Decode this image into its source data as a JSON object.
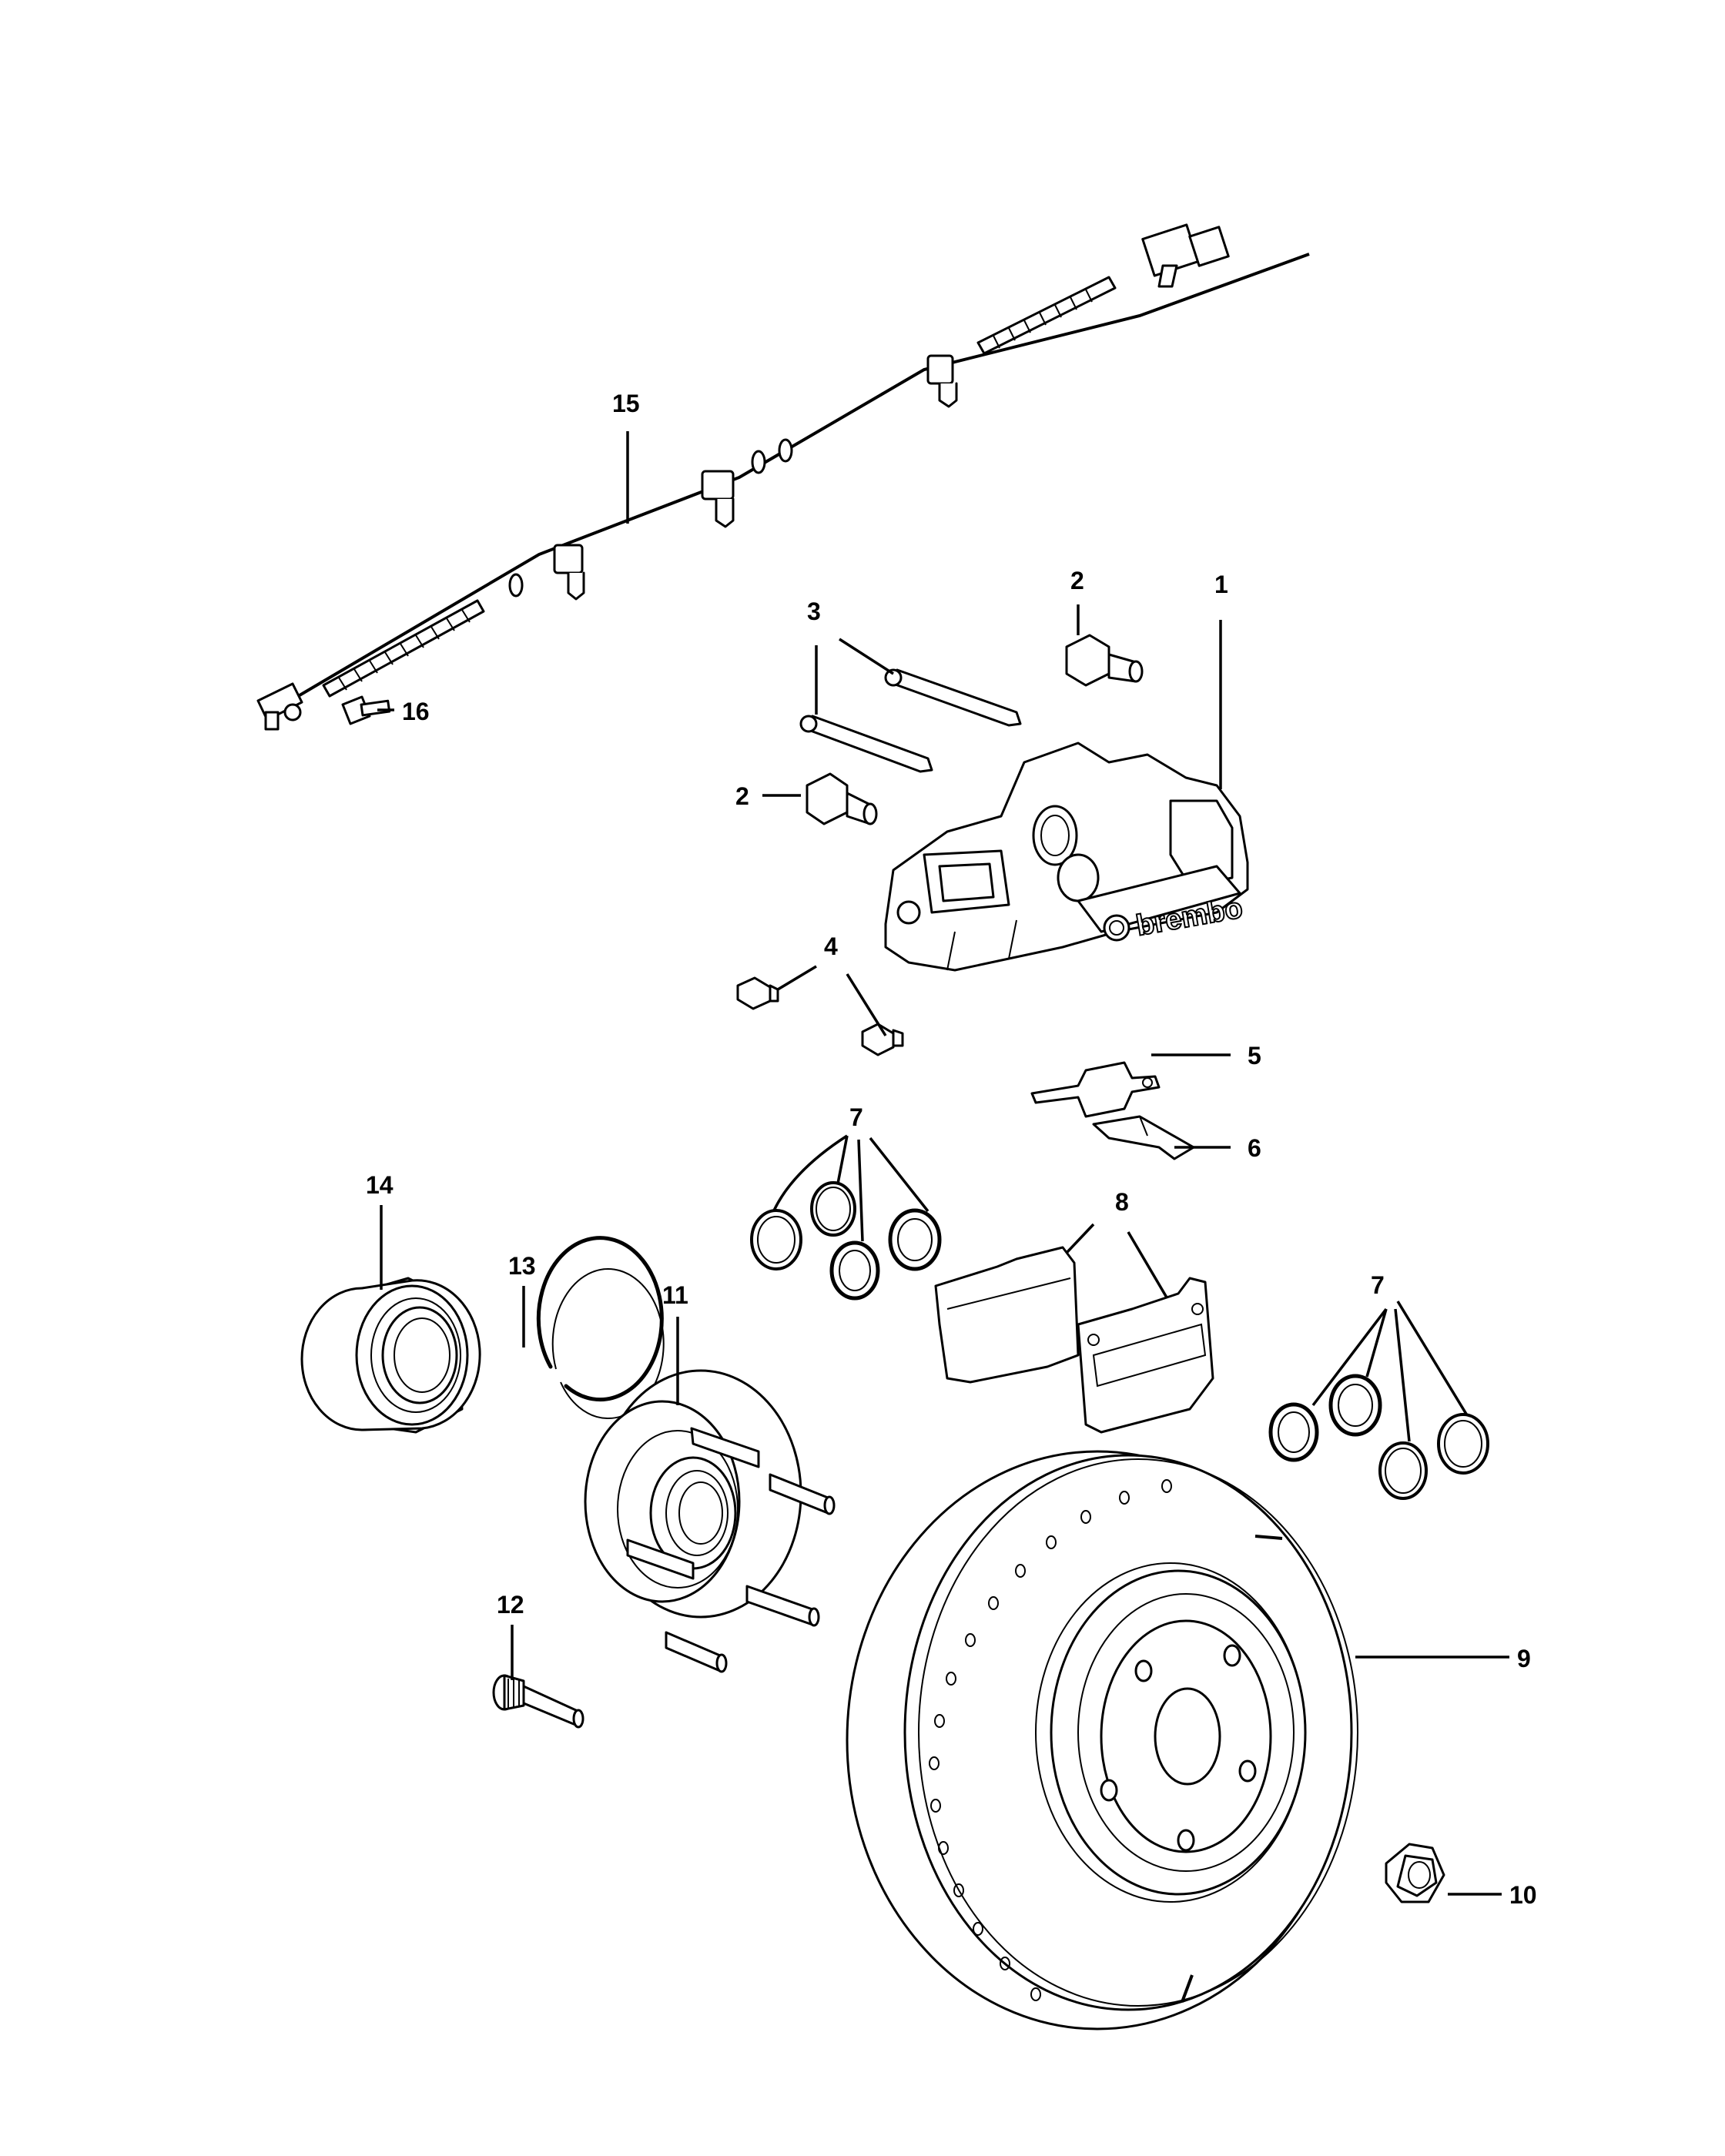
{
  "callouts": {
    "c1": "1",
    "c2a": "2",
    "c2b": "2",
    "c3": "3",
    "c4": "4",
    "c5": "5",
    "c6": "6",
    "c7a": "7",
    "c7b": "7",
    "c8": "8",
    "c9": "9",
    "c10": "10",
    "c11": "11",
    "c12": "12",
    "c13": "13",
    "c14": "14",
    "c15": "15",
    "c16": "16"
  },
  "caliper_brand": "brembo"
}
